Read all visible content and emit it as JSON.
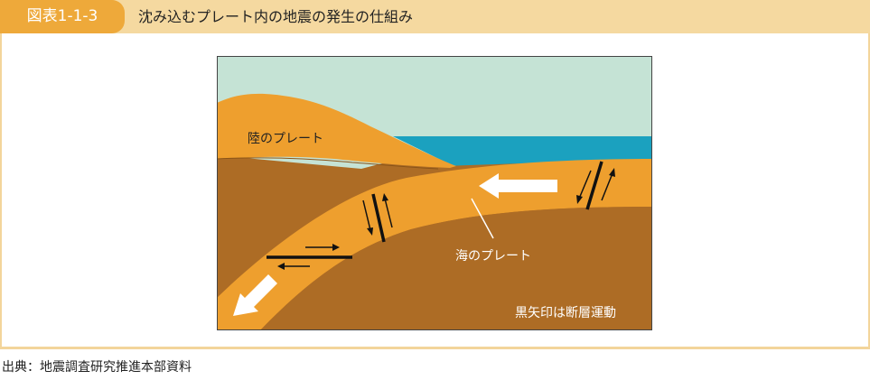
{
  "header": {
    "figure_label": "図表1-1-3",
    "title": "沈み込むプレート内の地震の発生の仕組み"
  },
  "diagram": {
    "continental_plate_label": "陸のプレート",
    "oceanic_plate_label": "海のプレート",
    "legend_note": "黒矢印は断層運動"
  },
  "source": "出典：地震調査研究推進本部資料",
  "colors": {
    "header_bg": "#f5d9a0",
    "label_bg": "#eea93a",
    "sky": "#c5e3d5",
    "sea": "#1ba1bf",
    "plate": "#ee9f2e",
    "mantle": "#ad6c25",
    "frame": "#f3d59b"
  }
}
